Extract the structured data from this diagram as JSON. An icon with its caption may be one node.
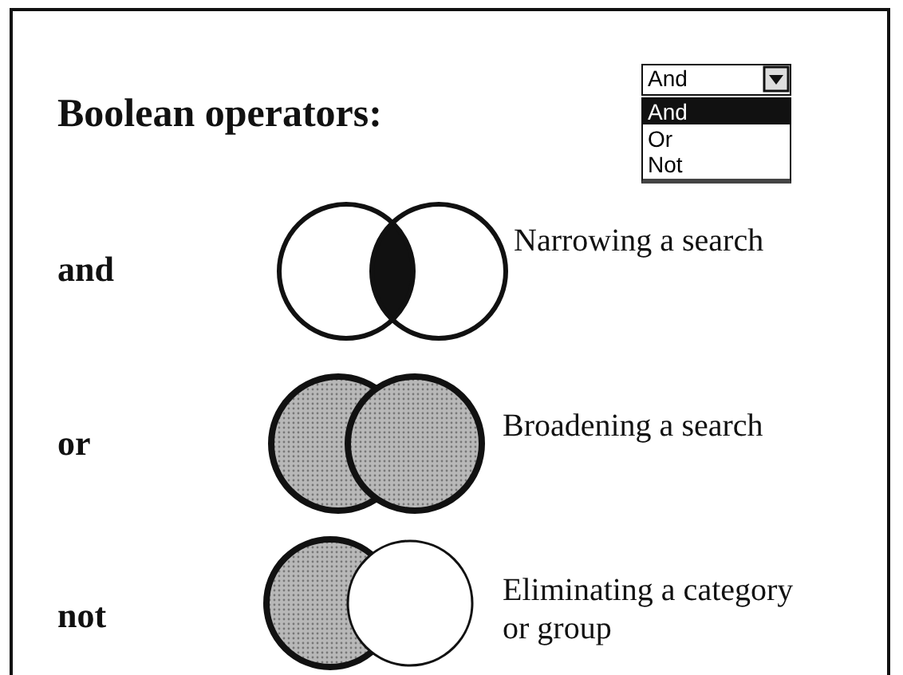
{
  "diagram": {
    "title": "Boolean operators:",
    "labels": [
      "And",
      "And",
      "Or",
      "Not",
      "and",
      "Narrowing a search",
      "or",
      "Broadening a search",
      "not",
      "Eliminating a category or group"
    ]
  }
}
